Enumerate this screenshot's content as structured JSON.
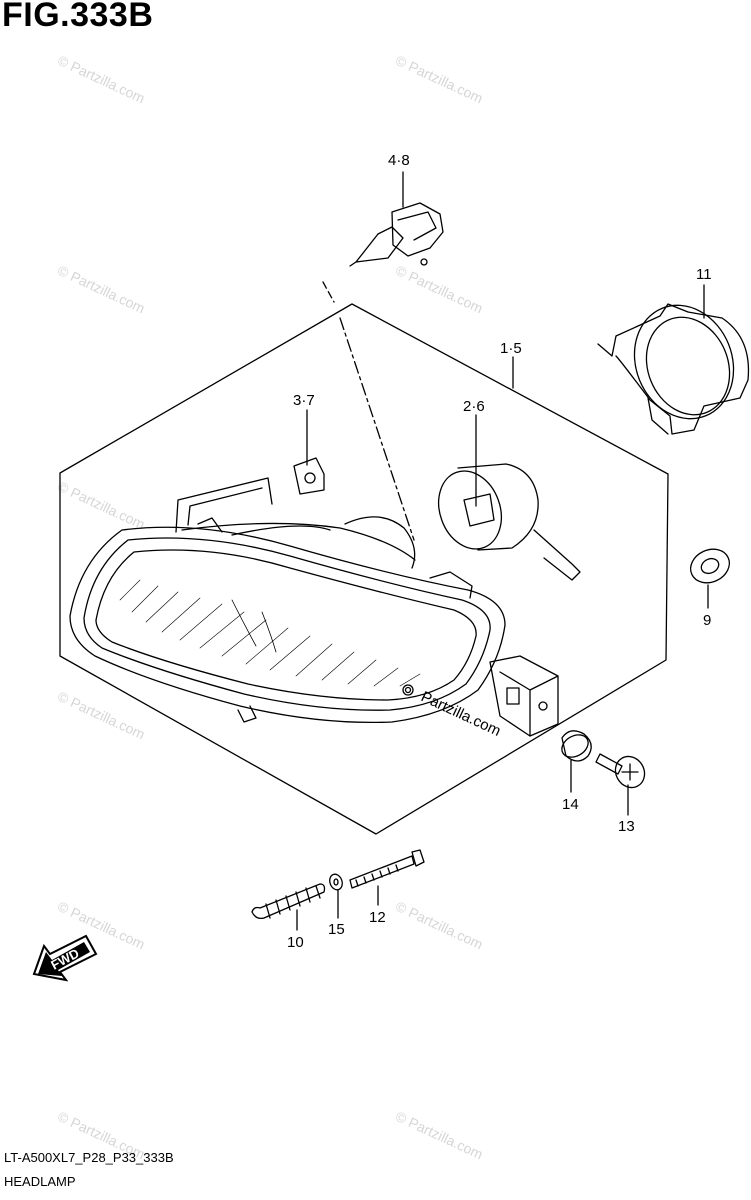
{
  "figure": {
    "title": "FIG.333B"
  },
  "callouts": [
    {
      "id": "c48",
      "label": "4·8"
    },
    {
      "id": "c11",
      "label": "11"
    },
    {
      "id": "c15b",
      "label": "1·5"
    },
    {
      "id": "c37",
      "label": "3·7"
    },
    {
      "id": "c26",
      "label": "2·6"
    },
    {
      "id": "c9",
      "label": "9"
    },
    {
      "id": "c14",
      "label": "14"
    },
    {
      "id": "c13",
      "label": "13"
    },
    {
      "id": "c10",
      "label": "10"
    },
    {
      "id": "c15",
      "label": "15"
    },
    {
      "id": "c12",
      "label": "12"
    }
  ],
  "fwd_arrow": {
    "label": "FWD"
  },
  "watermark": {
    "text": "© Partzilla.com",
    "center_text": "Partzilla.com"
  },
  "footer": {
    "code": "LT-A500XL7_P28_P33_333B",
    "name": "HEADLAMP"
  }
}
